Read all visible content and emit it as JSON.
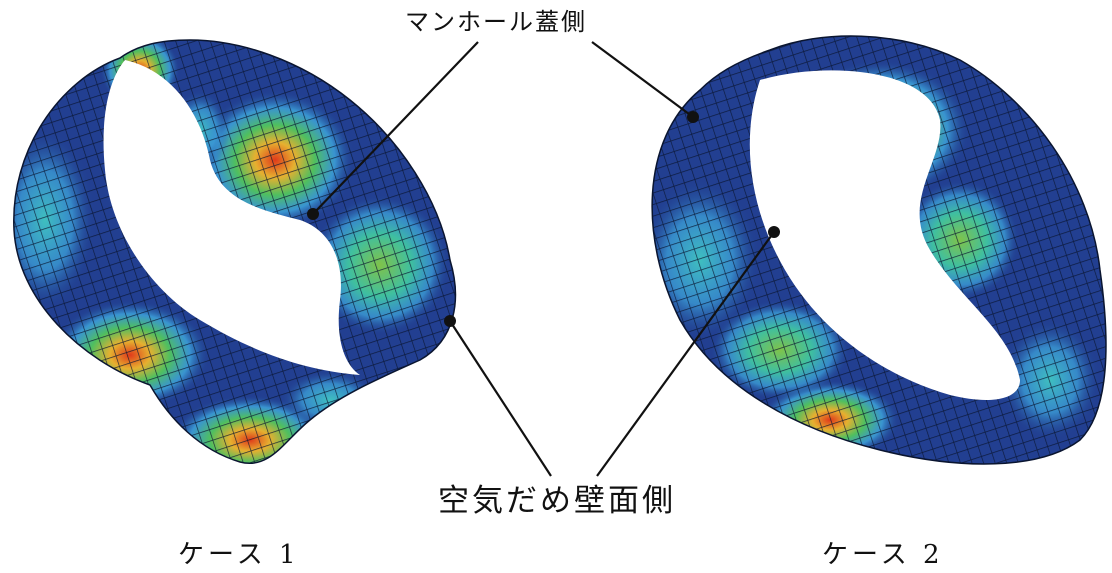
{
  "callouts": {
    "top_label": "マンホール蓋側",
    "bottom_label": "空気だめ壁面側"
  },
  "cases": [
    {
      "caption": "ケース 1"
    },
    {
      "caption": "ケース 2"
    }
  ],
  "colors": {
    "low": "#1f3f8f",
    "mid_low": "#3fa9e0",
    "mid": "#3fbf7f",
    "mid_high": "#e0e040",
    "high": "#e03a1a",
    "mesh": "#0a1530",
    "leader": "#111111"
  }
}
